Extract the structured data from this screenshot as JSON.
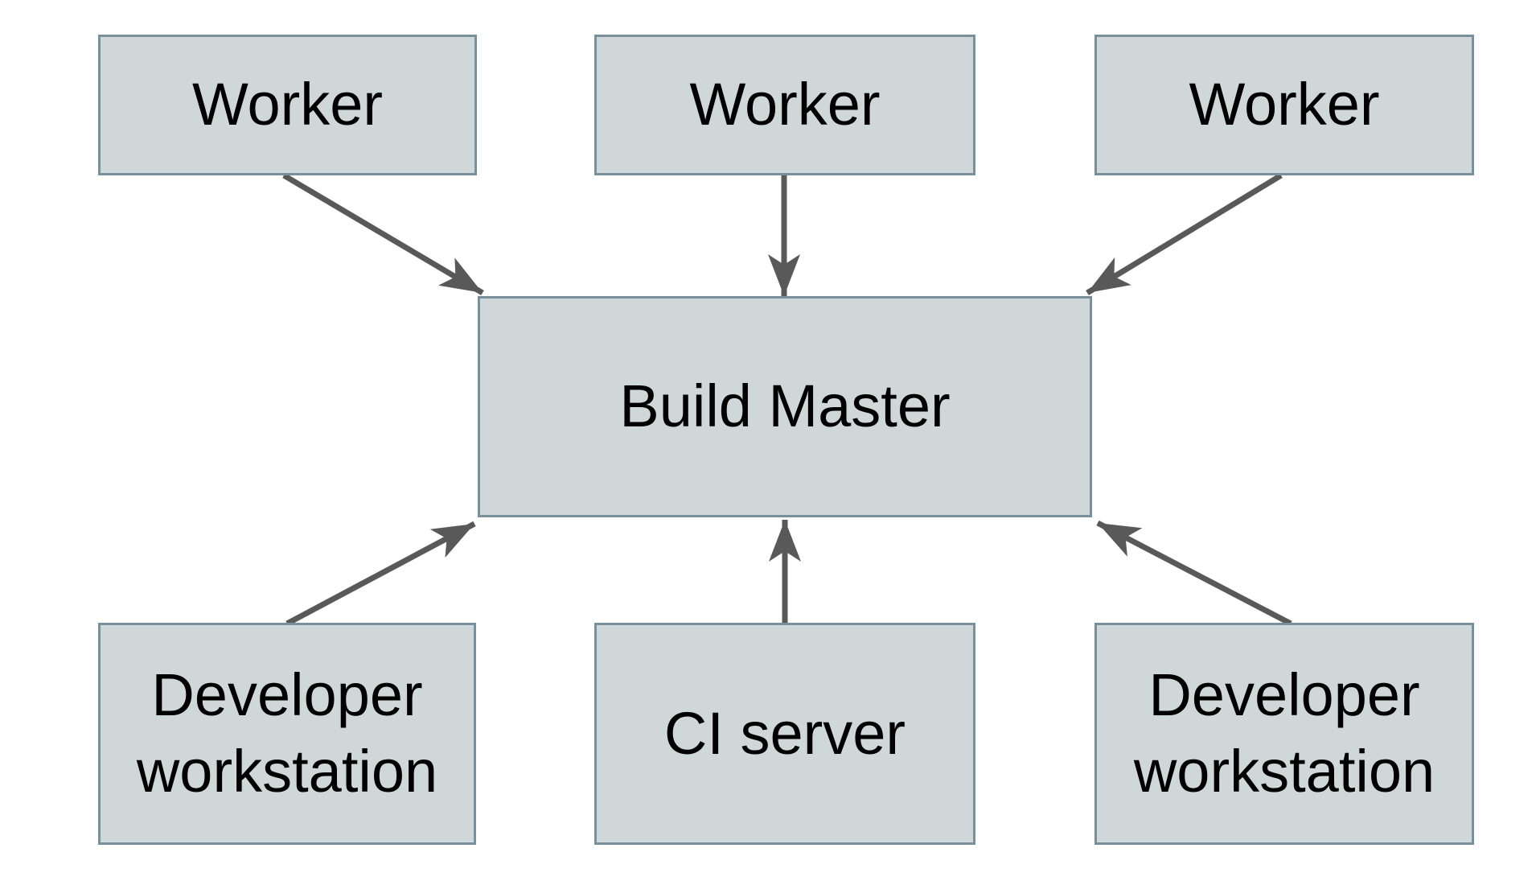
{
  "diagram": {
    "type": "architecture-diagram",
    "nodes": [
      {
        "id": "worker-1",
        "label": "Worker"
      },
      {
        "id": "worker-2",
        "label": "Worker"
      },
      {
        "id": "worker-3",
        "label": "Worker"
      },
      {
        "id": "build-master",
        "label": "Build Master"
      },
      {
        "id": "developer-workstation-left",
        "label": "Developer workstation"
      },
      {
        "id": "ci-server",
        "label": "CI server"
      },
      {
        "id": "developer-workstation-right",
        "label": "Developer workstation"
      }
    ],
    "edges": [
      {
        "from": "worker-1",
        "to": "build-master",
        "direction": "down"
      },
      {
        "from": "worker-2",
        "to": "build-master",
        "direction": "down"
      },
      {
        "from": "worker-3",
        "to": "build-master",
        "direction": "down"
      },
      {
        "from": "developer-workstation-left",
        "to": "build-master",
        "direction": "up"
      },
      {
        "from": "ci-server",
        "to": "build-master",
        "direction": "up"
      },
      {
        "from": "developer-workstation-right",
        "to": "build-master",
        "direction": "up"
      }
    ],
    "colors": {
      "node_fill": "#cfd7d9",
      "node_border": "#78909b",
      "arrow": "#595959",
      "text": "#000000",
      "background": "#ffffff"
    }
  }
}
